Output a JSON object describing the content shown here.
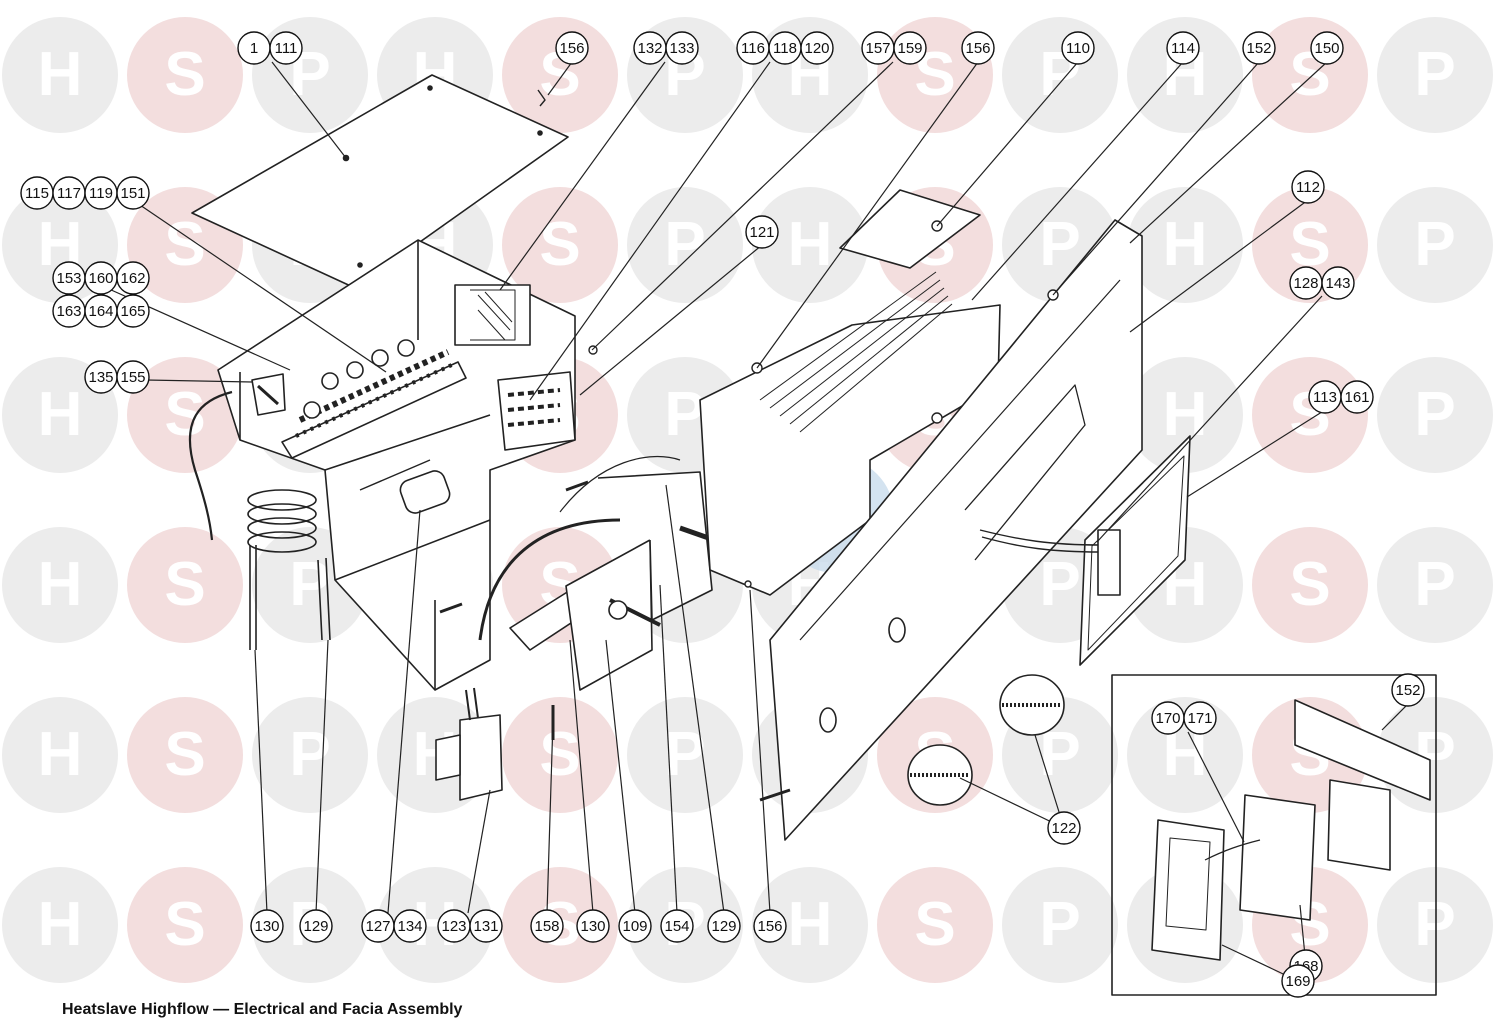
{
  "diagram": {
    "caption": "Heatslave Highflow — Electrical and Facia Assembly",
    "watermark_letters": [
      "H",
      "S",
      "P"
    ],
    "watermark_center_letter": "S",
    "colors": {
      "watermark_circle": "#ececec",
      "watermark_s_circle": "#f3dede",
      "center_blue": "#c9dcec",
      "center_red": "#eec6c6",
      "line": "#222222"
    },
    "part_labels": [
      [
        "1",
        "111"
      ],
      [
        "156"
      ],
      [
        "132",
        "133"
      ],
      [
        "116",
        "118",
        "120"
      ],
      [
        "157",
        "159"
      ],
      [
        "156"
      ],
      [
        "110"
      ],
      [
        "114"
      ],
      [
        "152"
      ],
      [
        "150"
      ],
      [
        "115",
        "117",
        "119",
        "151"
      ],
      [
        "112"
      ],
      [
        "121"
      ],
      [
        "153",
        "160",
        "162"
      ],
      [
        "163",
        "164",
        "165"
      ],
      [
        "128",
        "143"
      ],
      [
        "135",
        "155"
      ],
      [
        "113",
        "161"
      ],
      [
        "152"
      ],
      [
        "170",
        "171"
      ],
      [
        "122"
      ],
      [
        "168"
      ],
      [
        "169"
      ],
      [
        "130"
      ],
      [
        "129"
      ],
      [
        "127",
        "134"
      ],
      [
        "123",
        "131"
      ],
      [
        "158"
      ],
      [
        "130"
      ],
      [
        "109"
      ],
      [
        "154"
      ],
      [
        "129"
      ],
      [
        "156"
      ]
    ]
  }
}
